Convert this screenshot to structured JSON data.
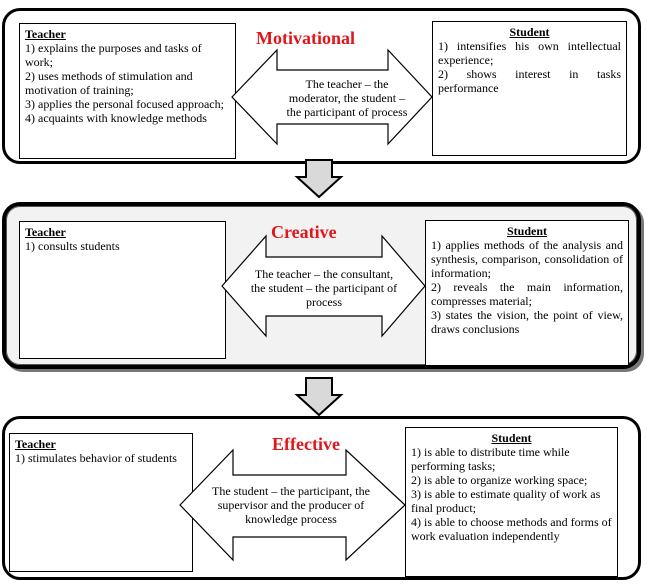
{
  "stages": [
    {
      "title": "Motivational",
      "teacher_heading": "Teacher",
      "teacher_items": [
        "1) explains the purposes and tasks of work;",
        " 2) uses methods of stimulation and motivation of training;",
        " 3) applies the personal focused approach;",
        "4) acquaints with knowledge methods"
      ],
      "arrow_text": "The teacher – the moderator, the student – the participant of process",
      "student_heading": "Student",
      "student_items": [
        "1) intensifies his own intellectual experience;",
        "2) shows interest in tasks performance"
      ]
    },
    {
      "title": "Creative",
      "teacher_heading": "Teacher",
      "teacher_items": [
        "1) consults students"
      ],
      "arrow_text": "The teacher – the consultant, the student – the participant of process",
      "student_heading": "Student",
      "student_items": [
        "1) applies methods of the analysis and synthesis, comparison, consolidation of information;",
        "2) reveals the main information, compresses material;",
        "3) states the vision, the point of view, draws conclusions"
      ]
    },
    {
      "title": "Effective",
      "teacher_heading": "Teacher",
      "teacher_items": [
        "1) stimulates behavior of students"
      ],
      "arrow_text": "The student – the participant, the supervisor and the producer of knowledge process",
      "student_heading": "Student",
      "student_items": [
        "1) is able to distribute time while performing tasks;",
        "2) is able to organize working space;",
        "3) is able to estimate quality of work as final product;",
        "4) is able to choose methods and forms of work evaluation independently"
      ]
    }
  ],
  "colors": {
    "title": "#e0161b",
    "down_arrow_fill": "#d9d9d9",
    "stage2_background": "#f2f2f2"
  }
}
